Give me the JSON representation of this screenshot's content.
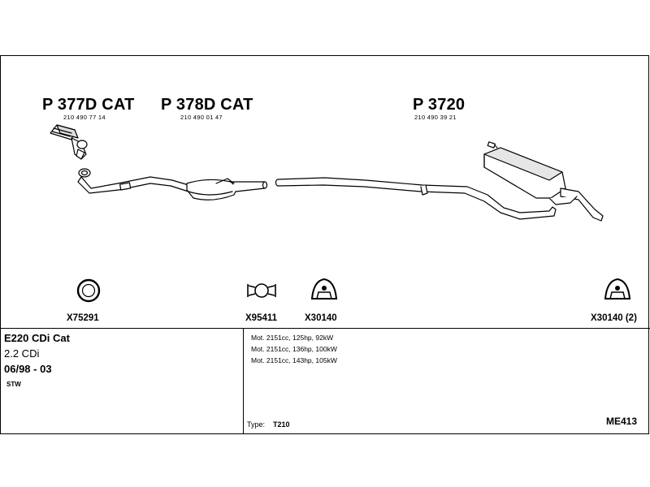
{
  "parts": [
    {
      "name": "P 377D CAT",
      "code": "210 490 77 14"
    },
    {
      "name": "P 378D CAT",
      "code": "210 490 01 47"
    },
    {
      "name": "P 3720",
      "code": "210 490 39 21"
    }
  ],
  "accessories": [
    {
      "label": "X75291",
      "icon": "ring-gasket-icon"
    },
    {
      "label": "X95411",
      "icon": "clamp-icon"
    },
    {
      "label": "X30140",
      "icon": "rubber-hanger-icon"
    },
    {
      "label": "X30140 (2)",
      "icon": "rubber-hanger-icon"
    }
  ],
  "vehicle": {
    "model": "E220 CDi Cat",
    "engine": "2.2 CDi",
    "years": "06/98 - 03",
    "body": "STW"
  },
  "engines": [
    "Mot. 2151cc, 125hp, 92kW",
    "Mot. 2151cc, 136hp, 100kW",
    "Mot. 2151cc, 143hp, 105kW"
  ],
  "type_label": "Type:",
  "type_value": "T210",
  "diagram_code": "ME413",
  "colors": {
    "line": "#000000",
    "fill": "#ffffff",
    "shade": "#cccccc"
  }
}
